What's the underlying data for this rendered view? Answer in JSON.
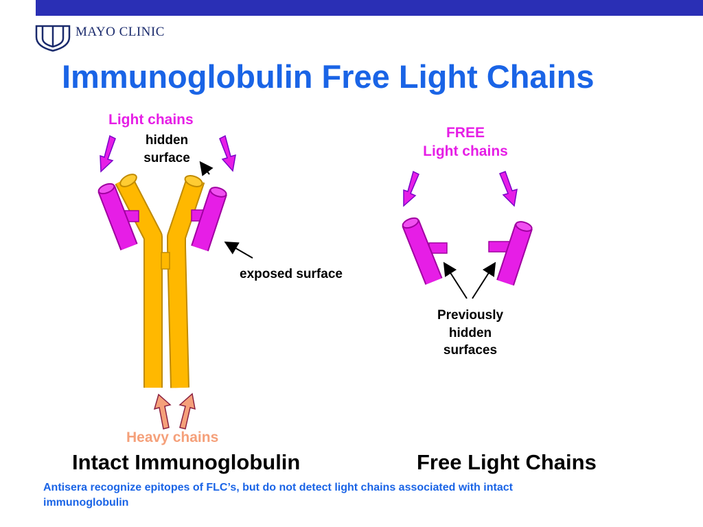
{
  "header": {
    "brand": "MAYO CLINIC",
    "title": "Immunoglobulin Free Light Chains"
  },
  "diagram": {
    "light_chains_label": "Light chains",
    "hidden_surface_line1": "hidden",
    "hidden_surface_line2": "surface",
    "exposed_surface_label": "exposed surface",
    "heavy_chains_label": "Heavy chains",
    "free_line1": "FREE",
    "free_line2": "Light chains",
    "previously_line1": "Previously",
    "previously_line2": "hidden",
    "previously_line3": "surfaces",
    "left_caption": "Intact Immunoglobulin",
    "right_caption": "Free Light Chains"
  },
  "footer": {
    "text_line1": "Antisera recognize epitopes of FLC’s, but do not detect light chains associated with intact",
    "text_line2": "immunoglobulin"
  },
  "colors": {
    "top_bar": "#2a2fb5",
    "title": "#1a64e6",
    "light_chain": "#e61ee6",
    "heavy_chain": "#ffb800",
    "heavy_label": "#f5a07a"
  }
}
